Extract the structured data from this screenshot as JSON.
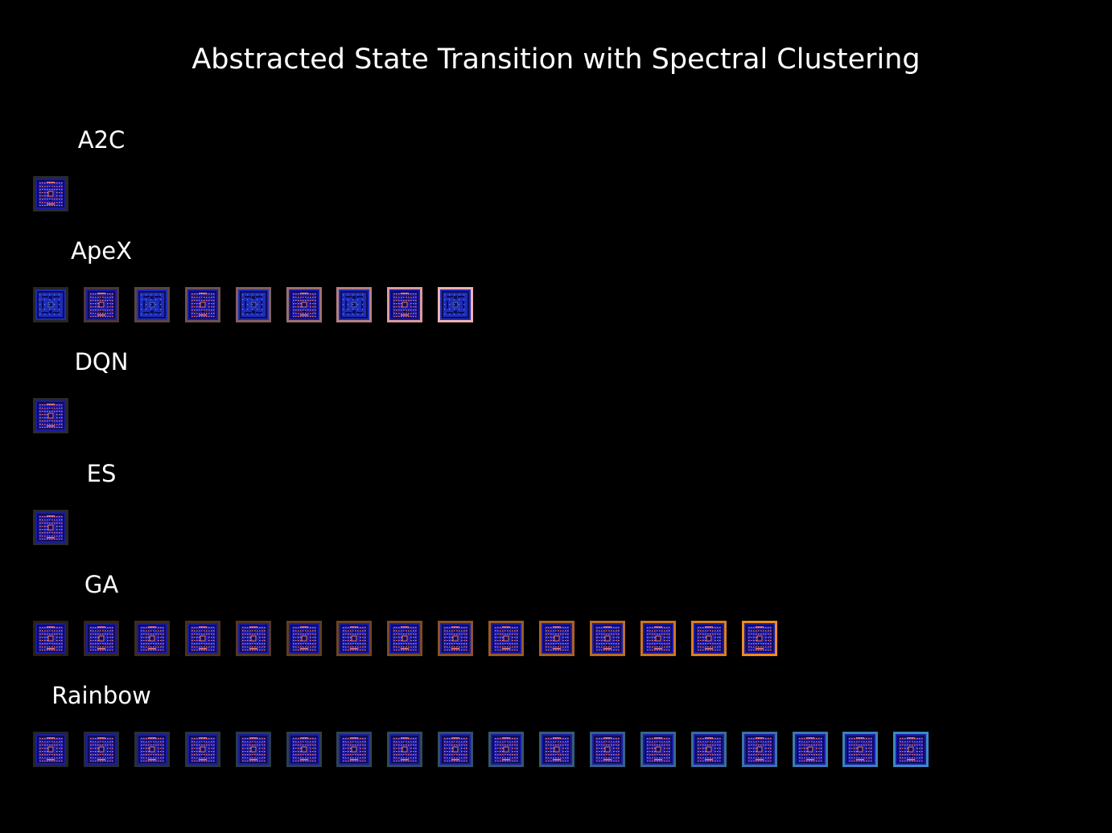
{
  "title": "Abstracted State Transition with Spectral Clustering",
  "palettes": {
    "maze_bg": "#1a1aa8",
    "dots": "#e87a7a",
    "walls": "#0c0c5a"
  },
  "rows": [
    {
      "label": "A2C",
      "frames": [
        {
          "variant": "dots",
          "border": "#2a2a2a"
        }
      ]
    },
    {
      "label": "ApeX",
      "frames": [
        {
          "variant": "plain",
          "border": "#262626"
        },
        {
          "variant": "dots",
          "border": "#4a3737"
        },
        {
          "variant": "plain",
          "border": "#5a4444"
        },
        {
          "variant": "dots",
          "border": "#6d5151"
        },
        {
          "variant": "plain",
          "border": "#835f5f"
        },
        {
          "variant": "dots",
          "border": "#9c7070"
        },
        {
          "variant": "plain",
          "border": "#b68080"
        },
        {
          "variant": "dots",
          "border": "#d89c9c"
        },
        {
          "variant": "plain",
          "border": "#f0b0b0"
        }
      ]
    },
    {
      "label": "DQN",
      "frames": [
        {
          "variant": "dots",
          "border": "#2a2a2a"
        }
      ]
    },
    {
      "label": "ES",
      "frames": [
        {
          "variant": "dots",
          "border": "#2a2a2a"
        }
      ]
    },
    {
      "label": "GA",
      "frames": [
        {
          "variant": "dots",
          "border": "#2b2018"
        },
        {
          "variant": "dots",
          "border": "#35261a"
        },
        {
          "variant": "dots",
          "border": "#3f2c1c"
        },
        {
          "variant": "dots",
          "border": "#4a321e"
        },
        {
          "variant": "dots",
          "border": "#553820"
        },
        {
          "variant": "dots",
          "border": "#613e21"
        },
        {
          "variant": "dots",
          "border": "#6e4422"
        },
        {
          "variant": "dots",
          "border": "#7c4b23"
        },
        {
          "variant": "dots",
          "border": "#8b5224"
        },
        {
          "variant": "dots",
          "border": "#9a5a24"
        },
        {
          "variant": "dots",
          "border": "#aa6224"
        },
        {
          "variant": "dots",
          "border": "#bb6b23"
        },
        {
          "variant": "dots",
          "border": "#cc7422"
        },
        {
          "variant": "dots",
          "border": "#dd7e20"
        },
        {
          "variant": "dots",
          "border": "#ef8b1e"
        }
      ]
    },
    {
      "label": "Rainbow",
      "frames": [
        {
          "variant": "dots",
          "border": "#232629"
        },
        {
          "variant": "dots",
          "border": "#252b30"
        },
        {
          "variant": "dots",
          "border": "#273036"
        },
        {
          "variant": "dots",
          "border": "#29353d"
        },
        {
          "variant": "dots",
          "border": "#2b3a44"
        },
        {
          "variant": "dots",
          "border": "#2d3f4c"
        },
        {
          "variant": "dots",
          "border": "#2f4454"
        },
        {
          "variant": "dots",
          "border": "#30495c"
        },
        {
          "variant": "dots",
          "border": "#324f65"
        },
        {
          "variant": "dots",
          "border": "#33556e"
        },
        {
          "variant": "dots",
          "border": "#355b78"
        },
        {
          "variant": "dots",
          "border": "#366182"
        },
        {
          "variant": "dots",
          "border": "#37678c"
        },
        {
          "variant": "dots",
          "border": "#386e97"
        },
        {
          "variant": "dots",
          "border": "#3a74a2"
        },
        {
          "variant": "dots",
          "border": "#3b7bad"
        },
        {
          "variant": "dots",
          "border": "#3c82b8"
        },
        {
          "variant": "dots",
          "border": "#3e89c4"
        }
      ]
    }
  ]
}
